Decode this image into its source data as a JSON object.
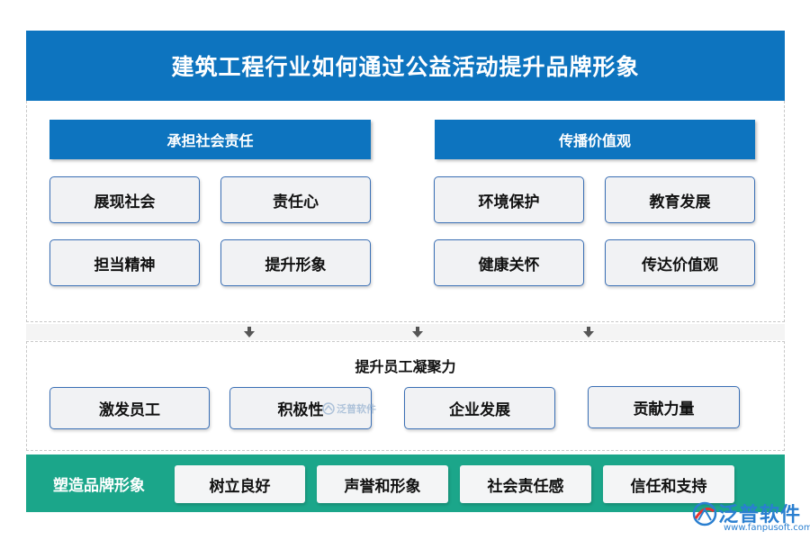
{
  "title": "建筑工程行业如何通过公益活动提升品牌形象",
  "left_section": {
    "title": "承担社会责任",
    "items": [
      "展现社会",
      "责任心",
      "担当精神",
      "提升形象"
    ]
  },
  "right_section": {
    "title": "传播价值观",
    "items": [
      "环境保护",
      "教育发展",
      "健康关怀",
      "传达价值观"
    ]
  },
  "middle_section": {
    "title": "提升员工凝聚力",
    "items": [
      "激发员工",
      "积极性",
      "企业发展",
      "贡献力量"
    ]
  },
  "bottom_section": {
    "label": "塑造品牌形象",
    "items": [
      "树立良好",
      "声誉和形象",
      "社会责任感",
      "信任和支持"
    ]
  },
  "watermark": {
    "text": "泛普软件"
  },
  "brand": {
    "name": "泛普软件",
    "url": "www.fanpusoft.com"
  },
  "colors": {
    "primary_blue": "#0d74bf",
    "box_border": "#3a6fb5",
    "bottom_green": "#1ba68a",
    "brand_blue": "#2a7fd0"
  }
}
